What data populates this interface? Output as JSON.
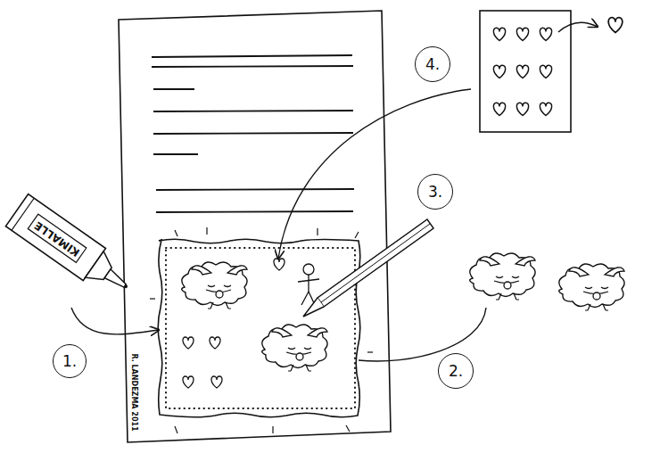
{
  "diagram": {
    "nodes": [
      {
        "text": [
          "4."
        ]
      },
      {
        "text": [
          "3."
        ]
      },
      {
        "text": [
          "1."
        ]
      },
      {
        "text": [
          "2."
        ]
      }
    ],
    "labels": [
      "KIMALLE",
      "R. LANDEZMA 2011"
    ]
  }
}
